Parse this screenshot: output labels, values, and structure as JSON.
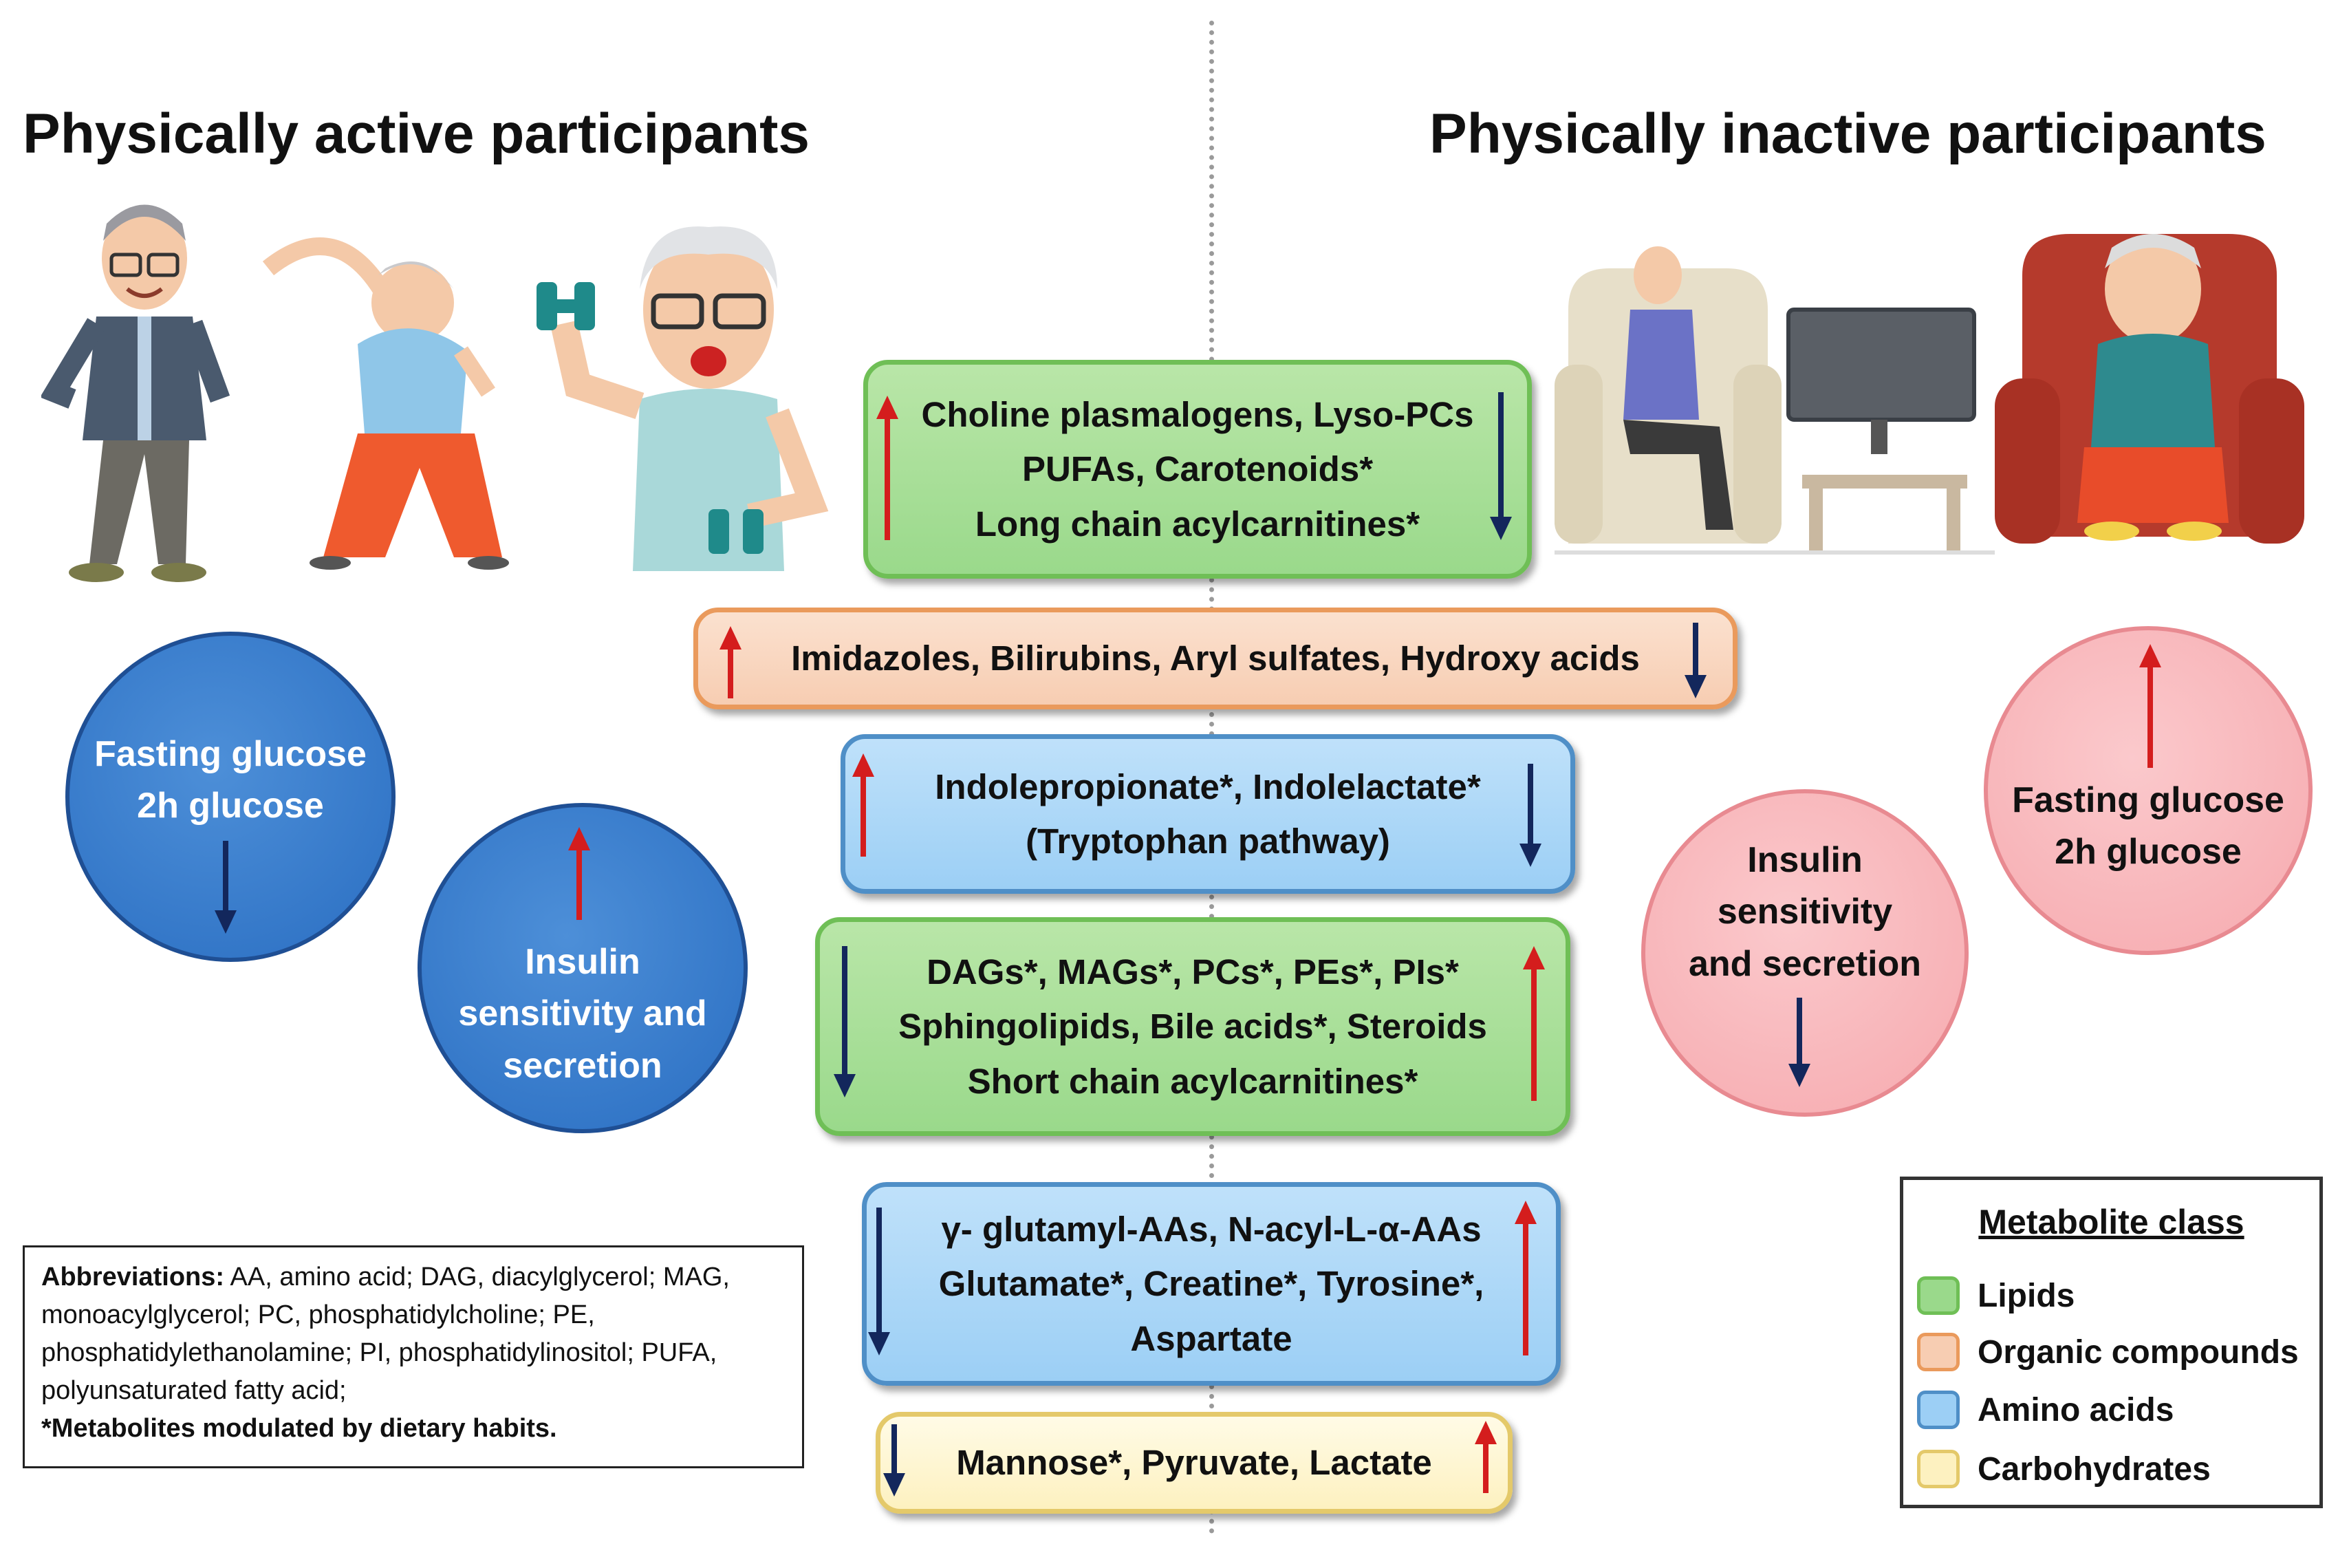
{
  "headings": {
    "left": "Physically active participants",
    "right": "Physically inactive participants"
  },
  "boxes": {
    "lipids_top": [
      "Choline plasmalogens, Lyso-PCs",
      "PUFAs, Carotenoids*",
      "Long chain acylcarnitines*"
    ],
    "organic": "Imidazoles, Bilirubins, Aryl sulfates, Hydroxy acids",
    "tryptophan": [
      "Indolepropionate*, Indolelactate*",
      "(Tryptophan pathway)"
    ],
    "lipids_bottom": [
      "DAGs*, MAGs*, PCs*, PEs*, PIs*",
      "Sphingolipids, Bile acids*, Steroids",
      "Short chain acylcarnitines*"
    ],
    "amino": [
      "γ- glutamyl-AAs, N-acyl-L-α-AAs",
      "Glutamate*, Creatine*, Tyrosine*,",
      "Aspartate"
    ],
    "carbs": "Mannose*, Pyruvate, Lactate"
  },
  "circles": {
    "active_glucose": [
      "Fasting glucose",
      "2h glucose"
    ],
    "active_insulin": [
      "Insulin",
      "sensitivity and",
      "secretion"
    ],
    "inactive_insulin": [
      "Insulin",
      "sensitivity",
      "and secretion"
    ],
    "inactive_glucose": [
      "Fasting glucose",
      "2h glucose"
    ]
  },
  "abbreviations": {
    "label": "Abbreviations:",
    "text": " AA, amino acid; DAG, diacylglycerol; MAG, monoacylglycerol; PC, phosphatidylcholine; PE, phosphatidylethanolamine; PI, phosphatidylinositol; PUFA, polyunsaturated fatty acid;",
    "note": "*Metabolites modulated by dietary habits."
  },
  "legend": {
    "title": "Metabolite class",
    "items": [
      "Lipids",
      "Organic compounds",
      "Amino acids",
      "Carbohydrates"
    ]
  },
  "colors": {
    "up_arrow": "#d41d1d",
    "down_arrow": "#13275c",
    "lipids": "#9ad98b",
    "organic": "#f7cdb2",
    "amino": "#9ccff5",
    "carbs": "#fdf1c0",
    "active_circle": "#2a6ec2",
    "inactive_circle": "#f6a9ae"
  },
  "icons": [
    "walking-man-icon",
    "stretching-woman-icon",
    "dumbbell-man-icon",
    "armchair-tv-man-icon",
    "sleeping-woman-armchair-icon",
    "up-arrow-icon",
    "down-arrow-icon"
  ]
}
